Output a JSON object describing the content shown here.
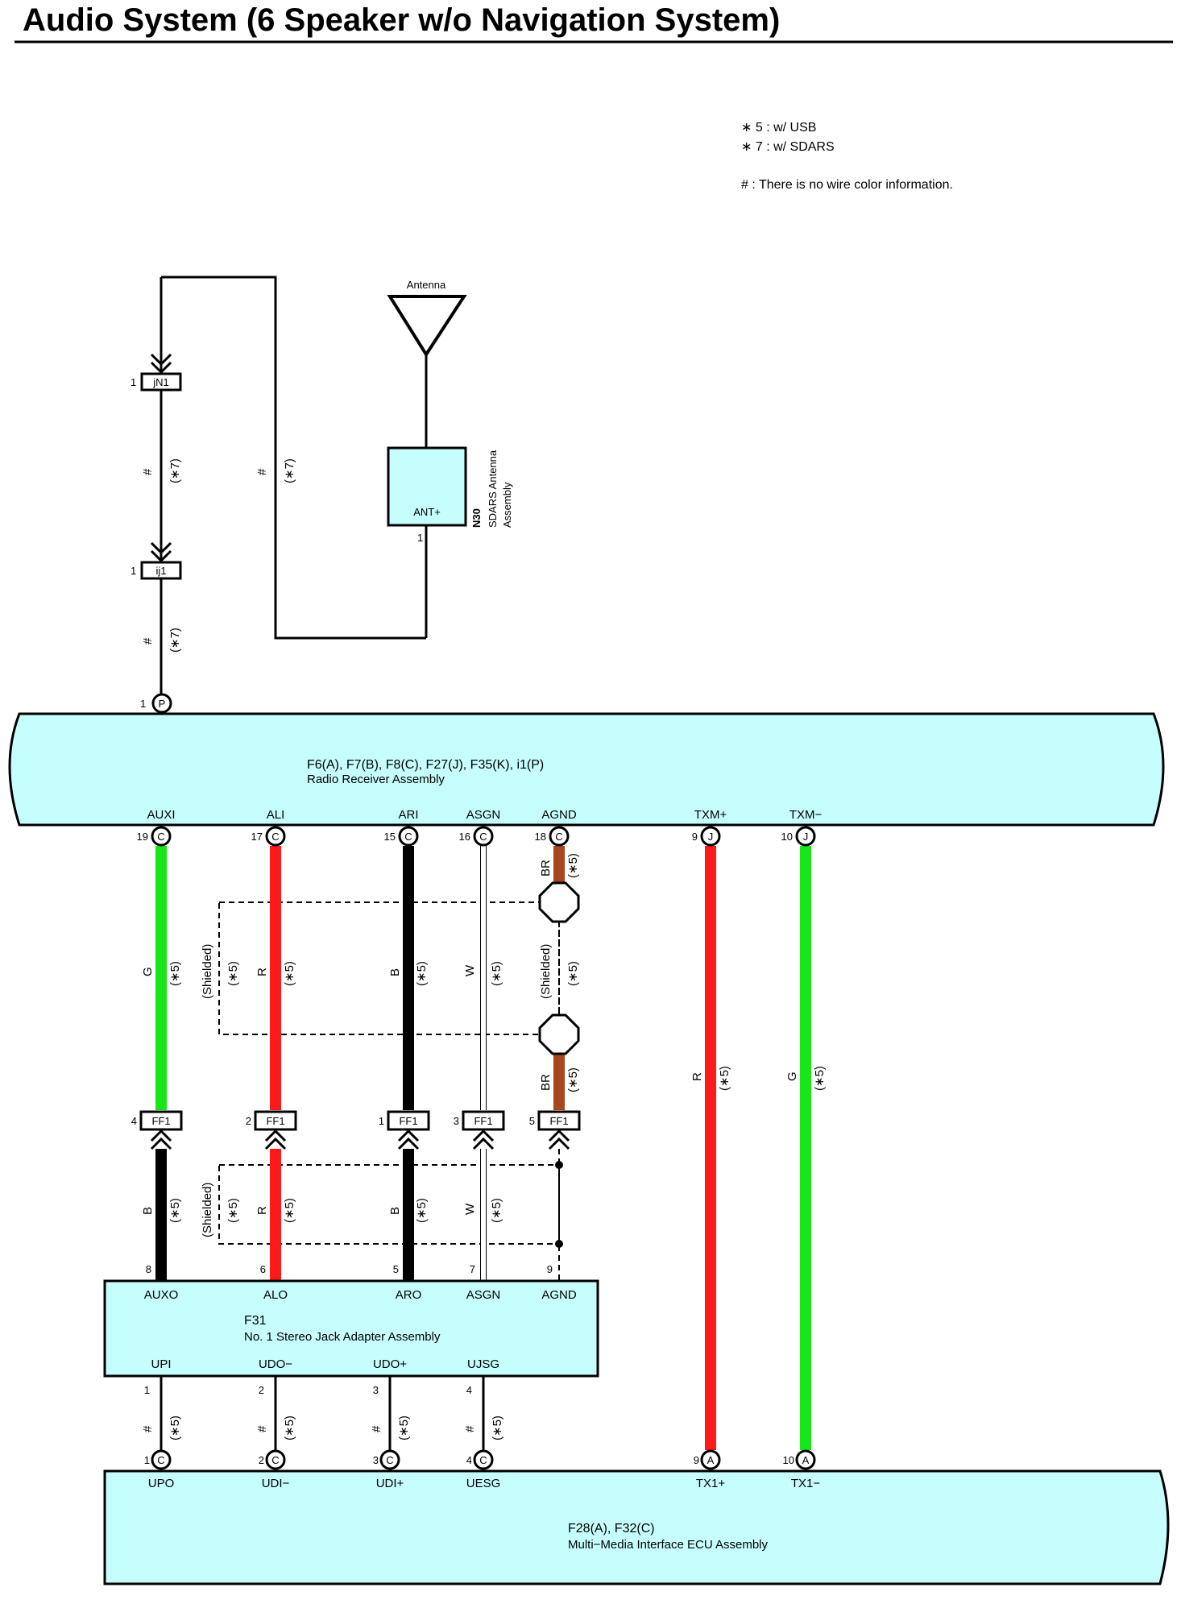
{
  "title": "Audio System (6 Speaker w/o Navigation System)",
  "notes": [
    "∗ 5 : w/ USB",
    "∗ 7 : w/ SDARS",
    "# : There is no wire color information."
  ],
  "antenna": {
    "label": "Antenna",
    "pin_name": "ANT+",
    "pin": "1",
    "code": "N30",
    "name_line1": "SDARS Antenna",
    "name_line2": "Assembly"
  },
  "junctions": {
    "upper": {
      "label": "jN1",
      "pin": "1"
    },
    "lower": {
      "label": "ij1",
      "pin": "1"
    }
  },
  "marks": {
    "hash": "#",
    "opt5": "(∗5)",
    "opt7": "(∗7)",
    "shielded": "(Shielded)"
  },
  "radio": {
    "codes": "F6(A), F7(B), F8(C), F27(J), F35(K), i1(P)",
    "name": "Radio Receiver Assembly",
    "top_pin": {
      "pin": "1",
      "conn": "P"
    },
    "pins": [
      {
        "name": "AUXI",
        "pin": "19",
        "conn": "C"
      },
      {
        "name": "ALI",
        "pin": "17",
        "conn": "C"
      },
      {
        "name": "ARI",
        "pin": "15",
        "conn": "C"
      },
      {
        "name": "ASGN",
        "pin": "16",
        "conn": "C"
      },
      {
        "name": "AGND",
        "pin": "18",
        "conn": "C"
      },
      {
        "name": "TXM+",
        "pin": "9",
        "conn": "J"
      },
      {
        "name": "TXM−",
        "pin": "10",
        "conn": "J"
      }
    ]
  },
  "ff1": {
    "label": "FF1",
    "pins": [
      "4",
      "2",
      "1",
      "3",
      "5"
    ]
  },
  "upper_wire_colors": [
    "G",
    "R",
    "B",
    "W",
    "BR",
    "R",
    "G"
  ],
  "lower_wire_colors": [
    "B",
    "R",
    "B",
    "W"
  ],
  "colors": {
    "fill": "#c6fdfd",
    "green": "#19e619",
    "red": "#ff1a1a",
    "black": "#000000",
    "brown": "#a6471c",
    "white_wire": "#ffffff"
  },
  "jack": {
    "code": "F31",
    "name": "No. 1 Stereo Jack Adapter Assembly",
    "top_pins": [
      {
        "name": "AUXO",
        "pin": "8"
      },
      {
        "name": "ALO",
        "pin": "6"
      },
      {
        "name": "ARO",
        "pin": "5"
      },
      {
        "name": "ASGN",
        "pin": "7"
      },
      {
        "name": "AGND",
        "pin": "9"
      }
    ],
    "bottom_pins": [
      {
        "name": "UPI",
        "pin": "1"
      },
      {
        "name": "UDO−",
        "pin": "2"
      },
      {
        "name": "UDO+",
        "pin": "3"
      },
      {
        "name": "UJSG",
        "pin": "4"
      }
    ]
  },
  "ecu": {
    "codes": "F28(A), F32(C)",
    "name": "Multi−Media Interface ECU Assembly",
    "pins": [
      {
        "name": "UPO",
        "pin": "1",
        "conn": "C"
      },
      {
        "name": "UDI−",
        "pin": "2",
        "conn": "C"
      },
      {
        "name": "UDI+",
        "pin": "3",
        "conn": "C"
      },
      {
        "name": "UESG",
        "pin": "4",
        "conn": "C"
      },
      {
        "name": "TX1+",
        "pin": "9",
        "conn": "A"
      },
      {
        "name": "TX1−",
        "pin": "10",
        "conn": "A"
      }
    ]
  }
}
